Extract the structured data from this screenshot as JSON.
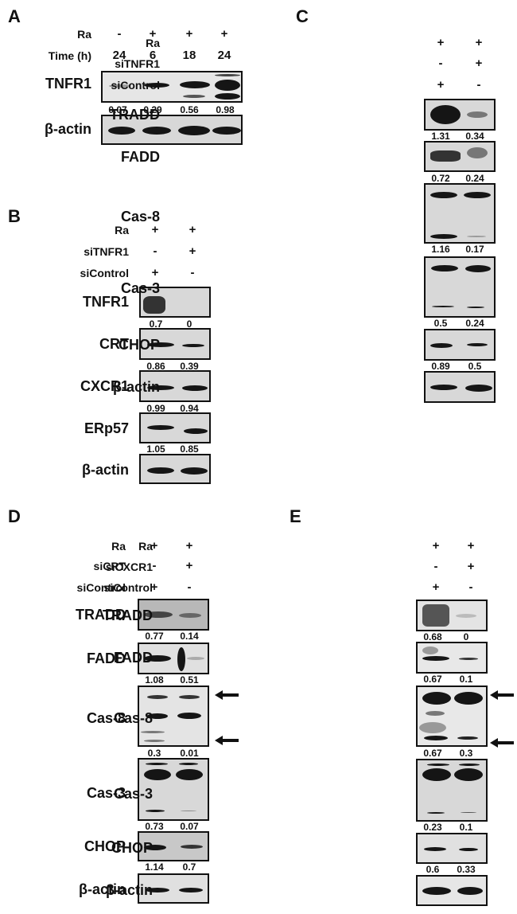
{
  "figure": {
    "panels": {
      "A": {
        "letter": "A",
        "conditions": [
          {
            "label": "Ra",
            "values": [
              "-",
              "+",
              "+",
              "+"
            ]
          },
          {
            "label": "Time (h)",
            "values": [
              "24",
              "6",
              "18",
              "24"
            ]
          }
        ],
        "blots": [
          {
            "label": "TNFR1",
            "quant": [
              "0.07",
              "0.29",
              "0.56",
              "0.98"
            ]
          },
          {
            "label": "β-actin",
            "quant": []
          }
        ]
      },
      "B": {
        "letter": "B",
        "conditions": [
          {
            "label": "Ra",
            "values": [
              "+",
              "+"
            ]
          },
          {
            "label": "siTNFR1",
            "values": [
              "-",
              "+"
            ]
          },
          {
            "label": "siControl",
            "values": [
              "+",
              "-"
            ]
          }
        ],
        "blots": [
          {
            "label": "TNFR1",
            "quant": [
              "0.7",
              "0"
            ]
          },
          {
            "label": "CRT",
            "quant": [
              "0.86",
              "0.39"
            ]
          },
          {
            "label": "CXCR1",
            "quant": [
              "0.99",
              "0.94"
            ]
          },
          {
            "label": "ERp57",
            "quant": [
              "1.05",
              "0.85"
            ]
          },
          {
            "label": "β-actin",
            "quant": []
          }
        ]
      },
      "C": {
        "letter": "C",
        "conditions": [
          {
            "label": "Ra",
            "values": [
              "+",
              "+"
            ]
          },
          {
            "label": "siTNFR1",
            "values": [
              "-",
              "+"
            ]
          },
          {
            "label": "siControl",
            "values": [
              "+",
              "-"
            ]
          }
        ],
        "blots": [
          {
            "label": "TRADD",
            "quant": [
              "1.31",
              "0.34"
            ]
          },
          {
            "label": "FADD",
            "quant": [
              "0.72",
              "0.24"
            ]
          },
          {
            "label": "Cas-8",
            "quant": [
              "1.16",
              "0.17"
            ]
          },
          {
            "label": "Cas-3",
            "quant": [
              "0.5",
              "0.24"
            ]
          },
          {
            "label": "CHOP",
            "quant": [
              "0.89",
              "0.5"
            ]
          },
          {
            "label": "β-actin",
            "quant": []
          }
        ]
      },
      "D": {
        "letter": "D",
        "conditions": [
          {
            "label": "Ra",
            "values": [
              "+",
              "+"
            ]
          },
          {
            "label": "siCRT",
            "values": [
              "-",
              "+"
            ]
          },
          {
            "label": "siControl",
            "values": [
              "+",
              "-"
            ]
          }
        ],
        "blots": [
          {
            "label": "TRADD",
            "quant": [
              "0.77",
              "0.14"
            ]
          },
          {
            "label": "FADD",
            "quant": [
              "1.08",
              "0.51"
            ]
          },
          {
            "label": "Cas-8",
            "quant": [
              "0.3",
              "0.01"
            ]
          },
          {
            "label": "Cas-3",
            "quant": [
              "0.73",
              "0.07"
            ]
          },
          {
            "label": "CHOP",
            "quant": [
              "1.14",
              "0.7"
            ]
          },
          {
            "label": "β-actin",
            "quant": []
          }
        ]
      },
      "E": {
        "letter": "E",
        "conditions": [
          {
            "label": "Ra",
            "values": [
              "+",
              "+"
            ]
          },
          {
            "label": "siCXCR1",
            "values": [
              "-",
              "+"
            ]
          },
          {
            "label": "siControl",
            "values": [
              "+",
              "-"
            ]
          }
        ],
        "blots": [
          {
            "label": "TRADD",
            "quant": [
              "0.68",
              "0"
            ]
          },
          {
            "label": "FADD",
            "quant": [
              "0.67",
              "0.1"
            ]
          },
          {
            "label": "Cas-8",
            "quant": [
              "0.67",
              "0.3"
            ]
          },
          {
            "label": "Cas-3",
            "quant": [
              "0.23",
              "0.1"
            ]
          },
          {
            "label": "CHOP",
            "quant": [
              "0.6",
              "0.33"
            ]
          },
          {
            "label": "β-actin",
            "quant": []
          }
        ]
      }
    },
    "arrow_icon": "left-arrow"
  }
}
